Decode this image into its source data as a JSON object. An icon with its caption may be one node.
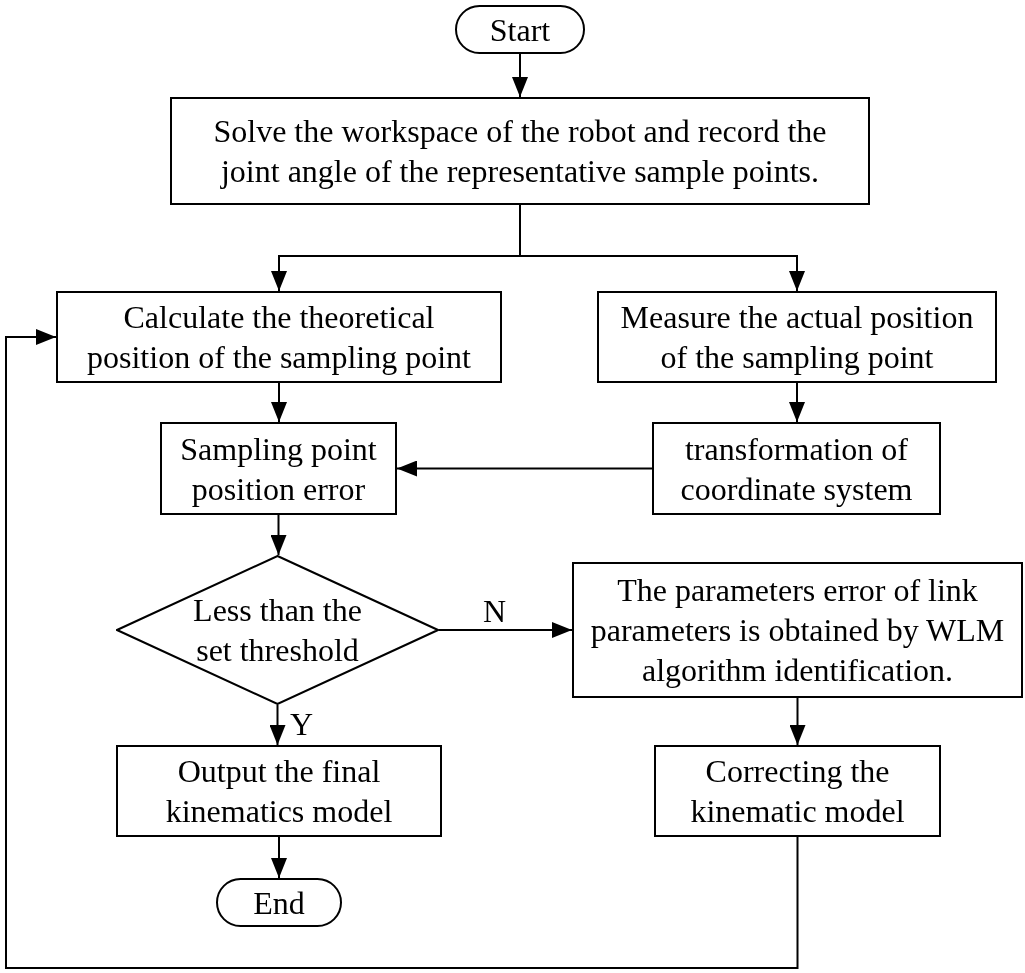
{
  "diagram": {
    "nodes": [
      {
        "text": [
          "Start"
        ]
      },
      {
        "text": [
          "Solve the workspace of the robot and record the joint angle of the representative sample points."
        ]
      },
      {
        "text": [
          "Calculate the theoretical position of the sampling point"
        ]
      },
      {
        "text": [
          "Measure the actual position of the sampling point"
        ]
      },
      {
        "text": [
          "Sampling point position error"
        ]
      },
      {
        "text": [
          "transformation of coordinate system"
        ]
      },
      {
        "text": [
          "Less than the set threshold"
        ]
      },
      {
        "text": [
          "The parameters error of link parameters is obtained by WLM algorithm identification."
        ]
      },
      {
        "text": [
          "Output the final kinematics model"
        ]
      },
      {
        "text": [
          "Correcting the kinematic model"
        ]
      },
      {
        "text": [
          "End"
        ]
      }
    ],
    "edges": [
      {
        "from": 0,
        "to": 1,
        "arrow": "to"
      },
      {
        "from": 1,
        "to": 2,
        "arrow": "to"
      },
      {
        "from": 1,
        "to": 3,
        "arrow": "to"
      },
      {
        "from": 2,
        "to": 4,
        "arrow": "to"
      },
      {
        "from": 3,
        "to": 5,
        "arrow": "to"
      },
      {
        "from": 5,
        "to": 4,
        "arrow": "to"
      },
      {
        "from": 4,
        "to": 6,
        "arrow": "to"
      },
      {
        "from": 6,
        "to": 7,
        "arrow": "to",
        "label": "N"
      },
      {
        "from": 6,
        "to": 8,
        "arrow": "to",
        "label": "Y"
      },
      {
        "from": 8,
        "to": 10,
        "arrow": "to"
      },
      {
        "from": 7,
        "to": 9,
        "arrow": "to"
      },
      {
        "from": 9,
        "to": 2,
        "arrow": "to"
      }
    ]
  }
}
